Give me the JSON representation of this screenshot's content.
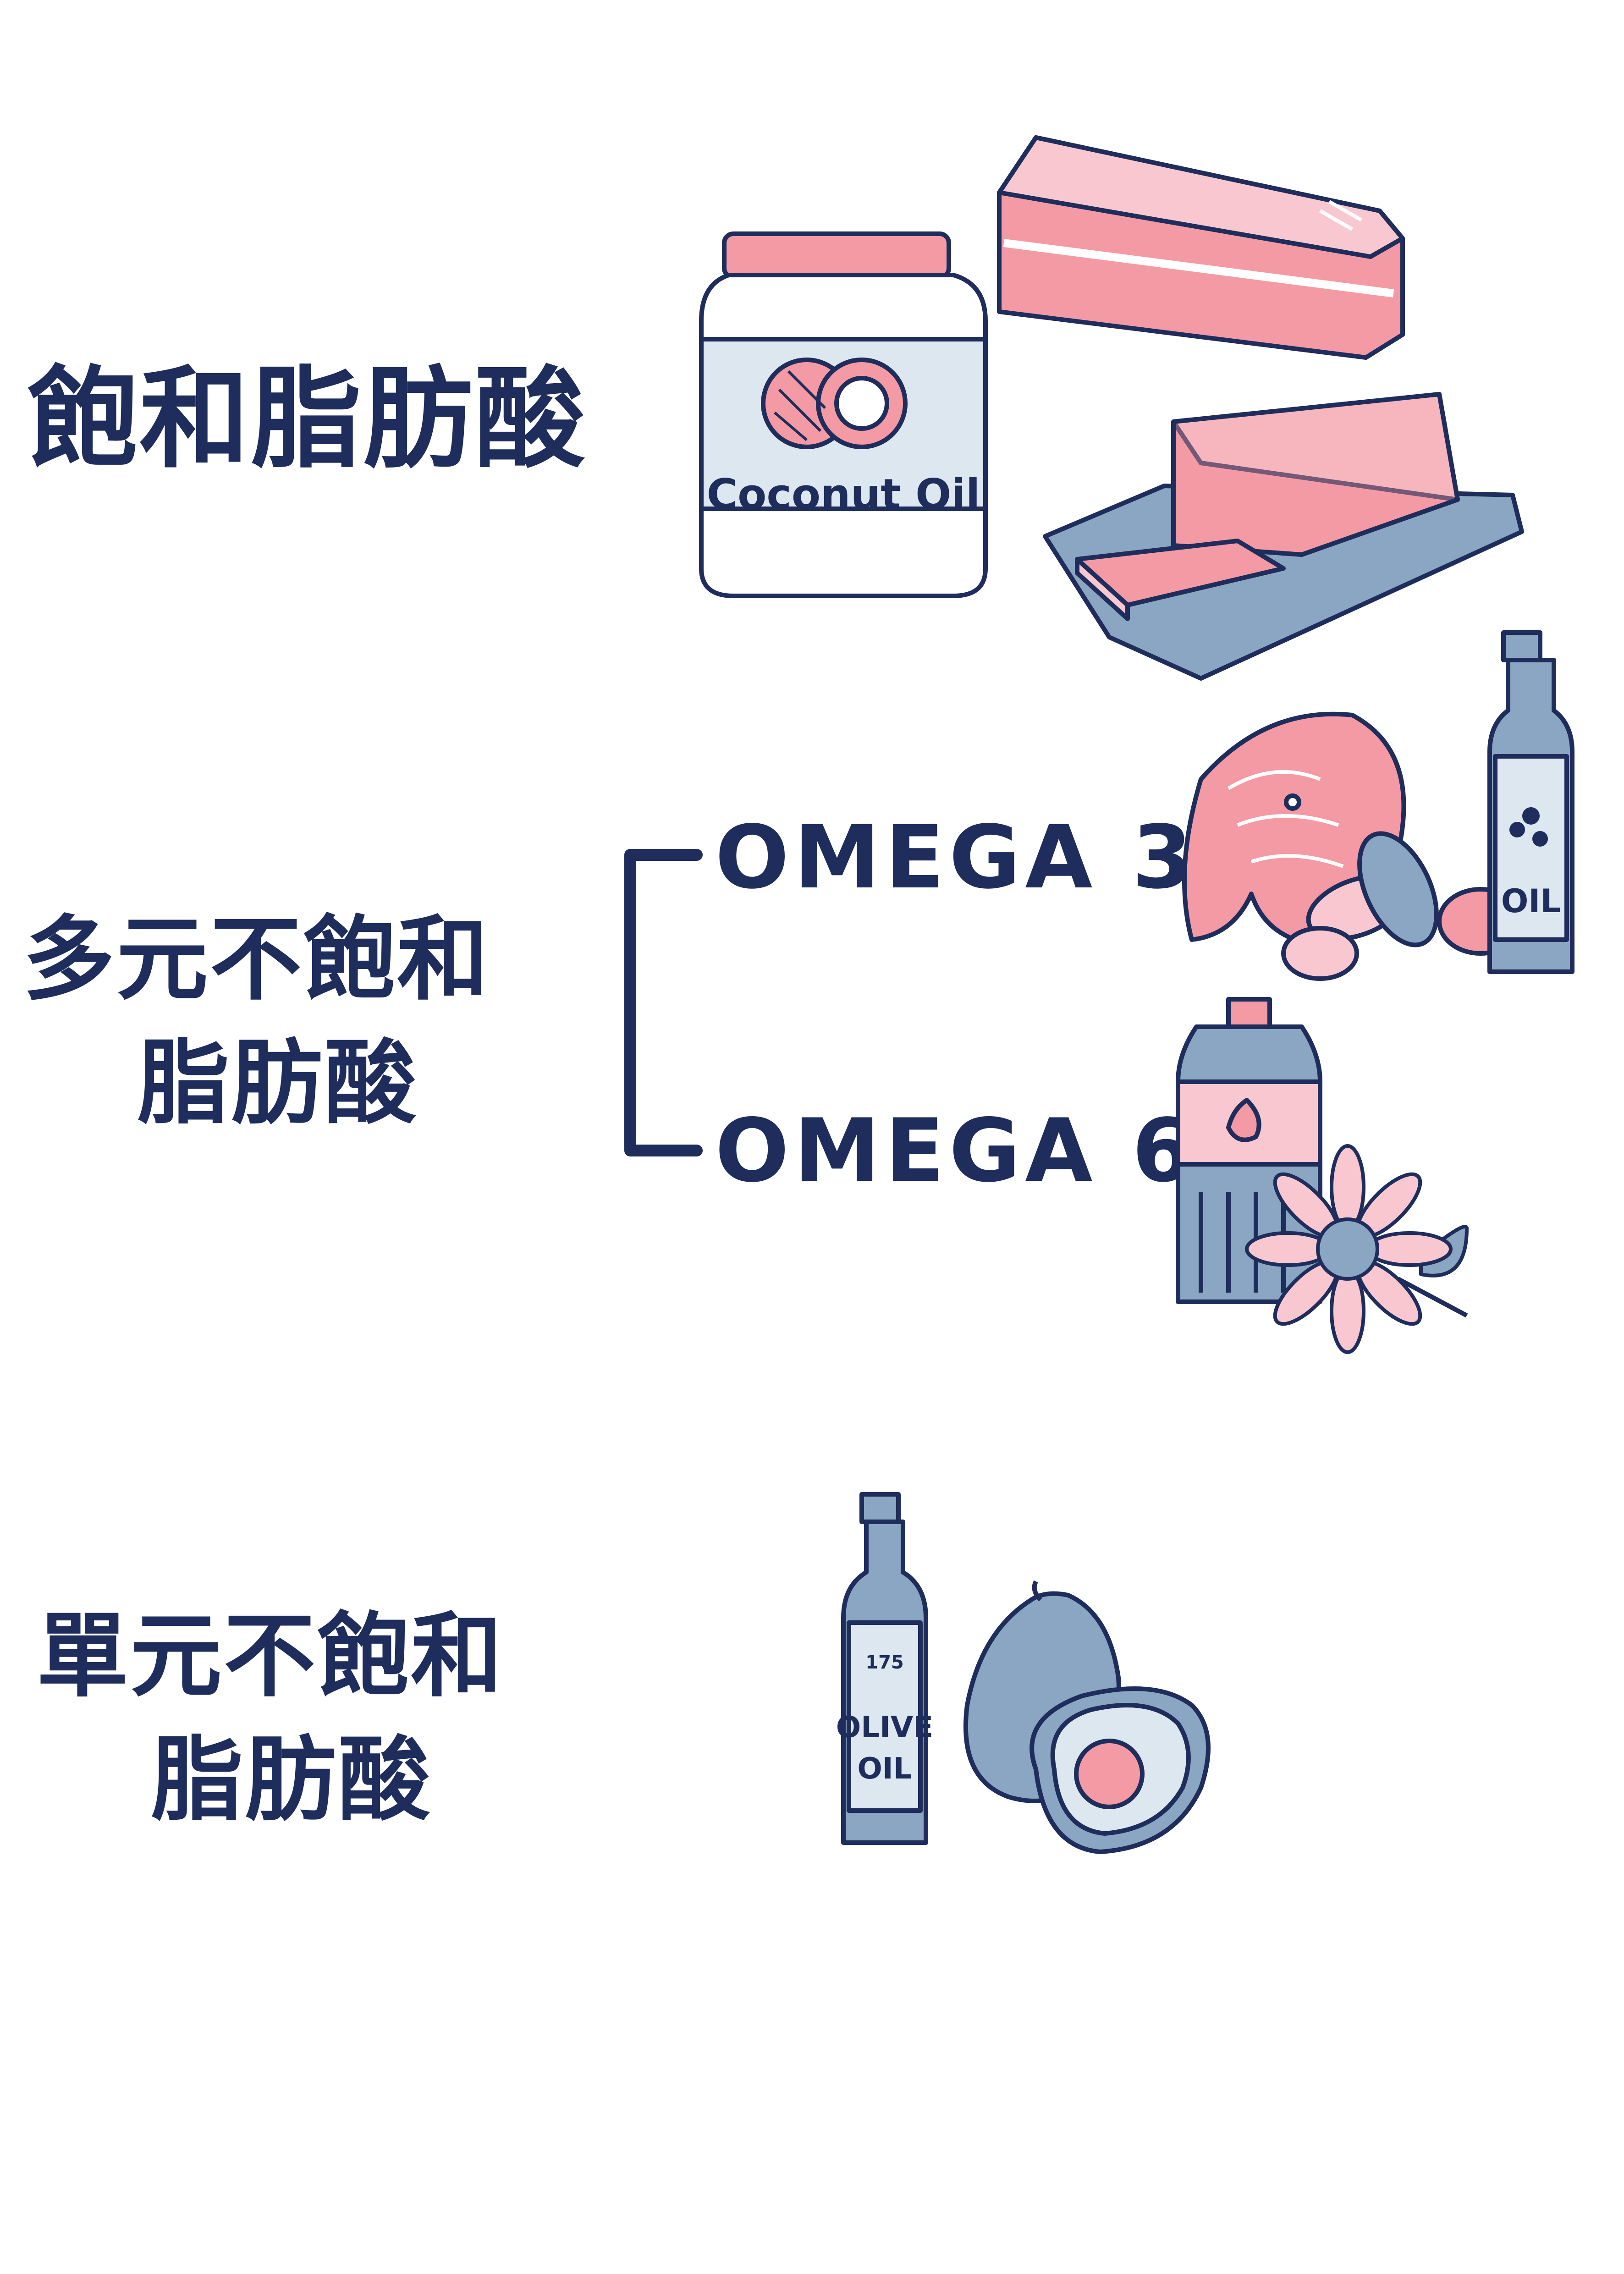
{
  "sections": [
    {
      "title_lines": [
        "飽和脂肪酸"
      ]
    },
    {
      "title_lines": [
        "多元不飽和",
        "脂肪酸"
      ],
      "branches": [
        {
          "label": "OMEGA 3"
        },
        {
          "label": "OMEGA 6"
        }
      ]
    },
    {
      "title_lines": [
        "單元不飽和",
        "脂肪酸"
      ]
    }
  ],
  "illustrations": {
    "coconut_jar_label": "Coconut Oil",
    "oil_bottle_label": "OIL",
    "olive_bottle_label_line1": "OLIVE",
    "olive_bottle_label_line2": "OIL",
    "olive_bottle_logo_text": "175"
  },
  "colors": {
    "navy": "#1f2d5c",
    "pink": "#f49aa4",
    "light_pink": "#f9c7d0",
    "slate_blue": "#8aa6c2",
    "pale_blue": "#dde7ef"
  }
}
